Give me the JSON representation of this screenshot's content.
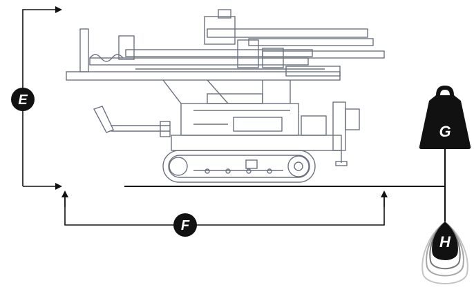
{
  "labels": {
    "e": "E",
    "f": "F",
    "g": "G",
    "h": "H"
  },
  "colors": {
    "line": "#111111",
    "machine": "#6b7180",
    "badge": "#111111",
    "pendulum_ghost": "#b5b5b5"
  },
  "icons": {
    "weight": "weight-icon",
    "pendulum": "pendulum-icon",
    "machine": "drilling-rig-illustration"
  }
}
